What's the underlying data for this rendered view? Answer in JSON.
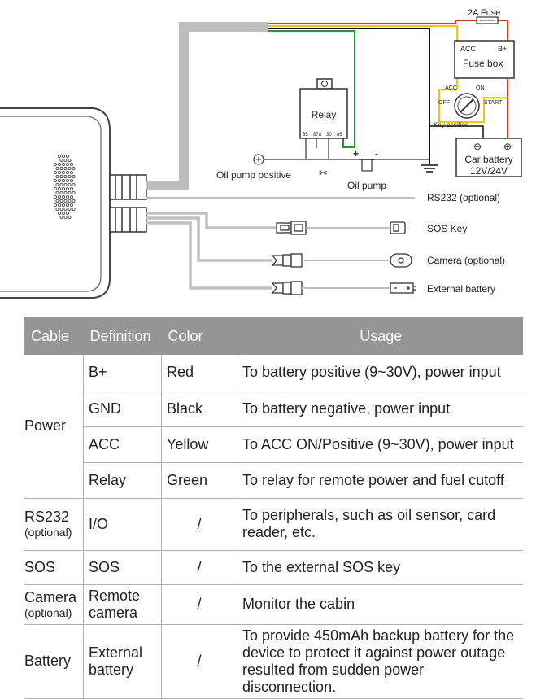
{
  "diagram": {
    "fuse_label": "2A  Fuse",
    "fusebox": {
      "acc": "ACC",
      "bplus": "B+",
      "name": "Fuse box"
    },
    "relay": {
      "name": "Relay",
      "pins": [
        "85",
        "87a",
        "30",
        "86"
      ]
    },
    "ignition": {
      "acc": "ACC",
      "on": "ON",
      "off": "OFF",
      "start": "START",
      "key_position": "Key position"
    },
    "battery": {
      "minus": "⊖",
      "plus": "⊕",
      "name": "Car battery",
      "voltage": "12V/24V"
    },
    "oil_pump_positive": "Oil pump positive",
    "oil_pump": "Oil pump",
    "oil_pump_plus": "+",
    "oil_pump_minus": "-",
    "rs232": "RS232 (optional)",
    "sos_key": "SOS Key",
    "camera": "Camera (optional)",
    "external_battery": "External battery",
    "wire_colors": {
      "red": "#e03020",
      "yellow": "#f0c800",
      "green": "#1a9a3a",
      "black": "#111111",
      "gray": "#c0c0c0"
    }
  },
  "table": {
    "headers": [
      "Cable",
      "Definition",
      "Color",
      "Usage"
    ],
    "power": {
      "cable": "Power",
      "rows": [
        {
          "definition": "B+",
          "color": "Red",
          "usage": "To battery positive (9~30V), power input"
        },
        {
          "definition": "GND",
          "color": "Black",
          "usage": "To battery negative, power input"
        },
        {
          "definition": "ACC",
          "color": "Yellow",
          "usage": "To ACC ON/Positive (9~30V), power input"
        },
        {
          "definition": "Relay",
          "color": "Green",
          "usage": "To relay for remote power and fuel cutoff"
        }
      ]
    },
    "rs232": {
      "cable": "RS232",
      "cable_sub": "(optional)",
      "definition": "I/O",
      "color": "/",
      "usage": "To peripherals, such as oil sensor, card reader, etc."
    },
    "sos": {
      "cable": "SOS",
      "definition": "SOS",
      "color": "/",
      "usage": "To the external SOS key"
    },
    "camera": {
      "cable": "Camera",
      "cable_sub": "(optional)",
      "definition": "Remote camera",
      "color": "/",
      "usage": "Monitor the cabin"
    },
    "battery": {
      "cable": "Battery",
      "definition": "External battery",
      "color": "/",
      "usage": "To provide 450mAh backup battery for the device to protect it against power outage resulted from sudden power disconnection."
    }
  }
}
